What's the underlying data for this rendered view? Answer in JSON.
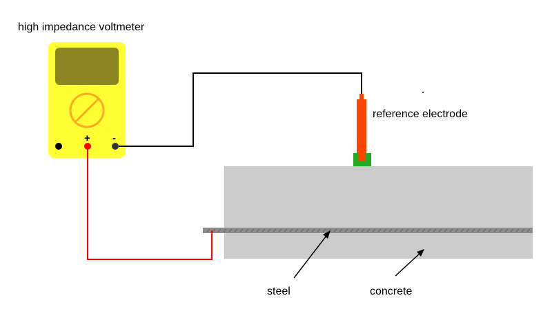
{
  "labels": {
    "voltmeter": "high impedance voltmeter",
    "reference_electrode": "reference electrode",
    "steel": "steel",
    "concrete": "concrete"
  },
  "terminals": {
    "positive": "+",
    "negative": "-"
  },
  "colors": {
    "meter_body": "#ffff33",
    "meter_display": "#8b8622",
    "meter_dial": "#ffa91f",
    "concrete": "#cccccc",
    "steel": "#8c8c8c",
    "positive_wire": "#ff0000",
    "negative_wire": "#000000",
    "electrode_body": "#ff4400",
    "electrode_tip": "#22aa22"
  }
}
